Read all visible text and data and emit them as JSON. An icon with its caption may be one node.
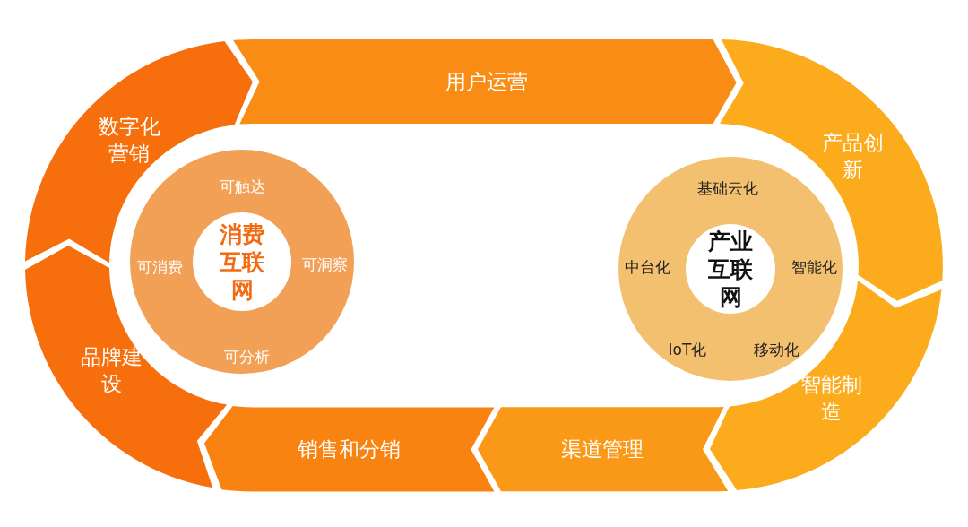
{
  "diagram": {
    "nodes": [
      {
        "text": [
          "用户运营"
        ]
      },
      {
        "text": [
          "数字化营销"
        ]
      },
      {
        "text": [
          "产品创新"
        ]
      },
      {
        "text": [
          "可触达",
          "可洞察",
          "可分析",
          "可消费"
        ]
      },
      {
        "text": [
          "消费互联网"
        ],
        "in": 3
      },
      {
        "text": [
          "基础云化",
          "智能化",
          "移动化",
          "IoT化",
          "中台化"
        ]
      },
      {
        "text": [
          "产业互联网"
        ],
        "in": 5
      },
      {
        "text": [
          "品牌建设"
        ]
      },
      {
        "text": [
          "智能制造"
        ]
      },
      {
        "text": [
          "销售和分销"
        ]
      },
      {
        "text": [
          "渠道管理"
        ]
      }
    ]
  }
}
